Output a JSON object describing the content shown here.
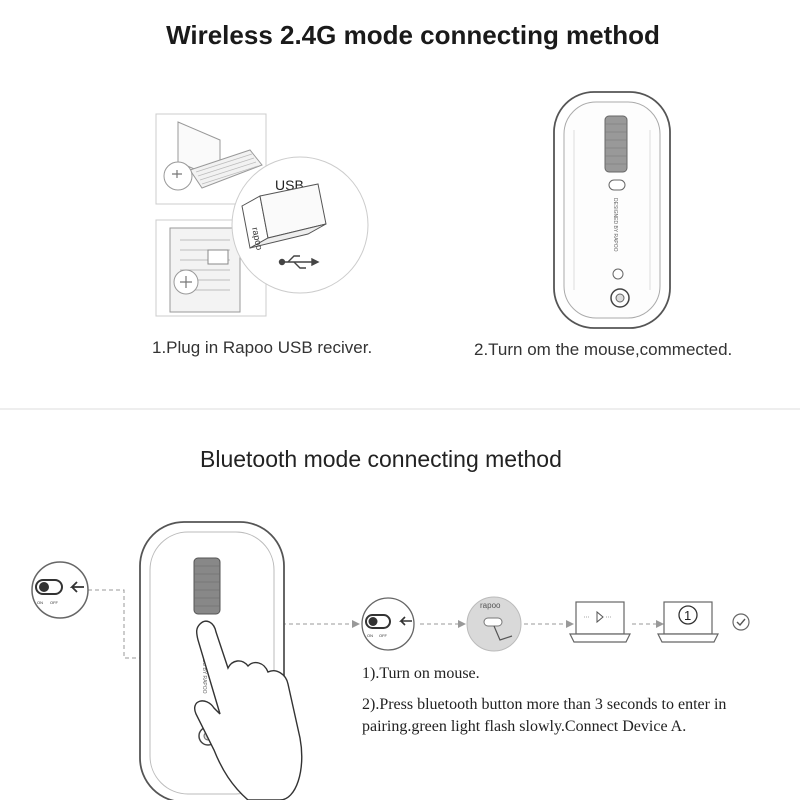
{
  "section_24g": {
    "title": "Wireless 2.4G mode connecting method",
    "step1_caption": "1.Plug in Rapoo USB reciver.",
    "step2_caption": "2.Turn om the mouse,commected.",
    "usb_label": "USB",
    "dongle_brand": "rapoo",
    "mouse_imprint": "DESIGNED BY RAPOO"
  },
  "section_bt": {
    "title": "Bluetooth mode connecting method",
    "step1": "1).Turn on mouse.",
    "step2": "2).Press bluetooth button more than 3 seconds to enter in pairing.green light flash slowly.Connect Device A.",
    "switch_on": "ON",
    "switch_off": "OFF",
    "brand_circle": "rapoo",
    "device_number": "1",
    "mouse_imprint": "DESIGNED BY RAPOO"
  }
}
